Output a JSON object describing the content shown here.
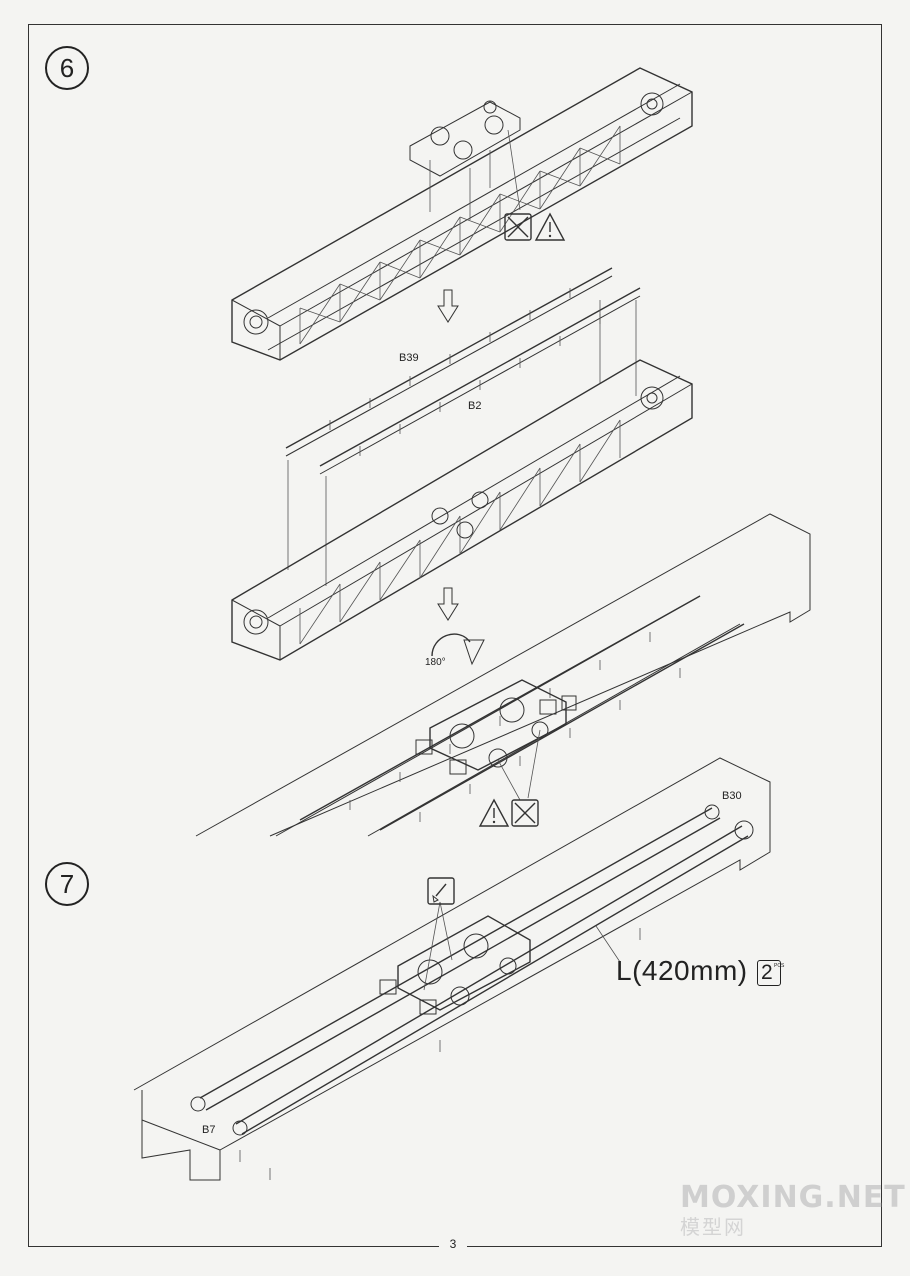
{
  "page": {
    "page_number": "3",
    "watermark": {
      "main": "MOXING.NET",
      "sub": "模型网"
    }
  },
  "step6": {
    "number": "6",
    "labels": {
      "b39": "B39",
      "b2": "B2",
      "rotate": "180°"
    },
    "icons": [
      "no-cut-icon",
      "warning-icon",
      "down-arrow-icon",
      "rotate-180-icon"
    ]
  },
  "step7": {
    "number": "7",
    "labels": {
      "b30": "B30",
      "b7": "B7",
      "length": "L(420mm)",
      "quantity": "2",
      "quantity_unit": "PCS"
    },
    "icons": [
      "glue-brush-icon"
    ]
  }
}
